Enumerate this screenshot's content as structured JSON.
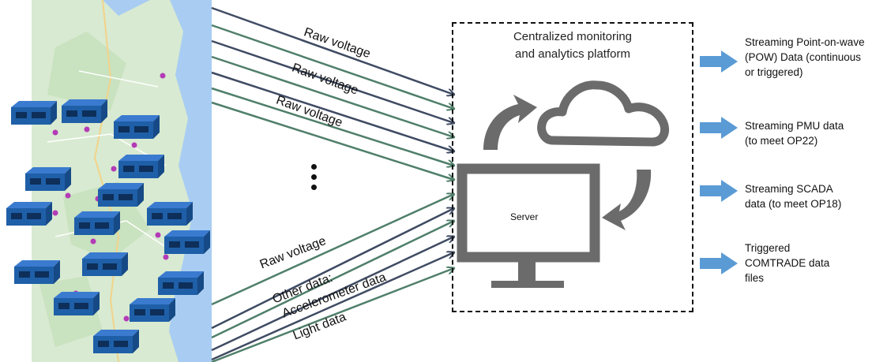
{
  "platform": {
    "title_line1": "Centralized monitoring",
    "title_line2": "and analytics platform",
    "server_label": "Server"
  },
  "inputs": {
    "raw_voltage_1": "Raw voltage",
    "raw_voltage_2": "Raw voltage",
    "raw_voltage_3": "Raw voltage",
    "raw_voltage_4": "Raw voltage",
    "other_data": "Other data:",
    "accelerometer_data": "Accelerometer data",
    "light_data": "Light data"
  },
  "outputs": [
    {
      "lines": [
        "Streaming Point-on-wave",
        "(POW) Data (continuous",
        "or triggered)"
      ]
    },
    {
      "lines": [
        "Streaming PMU data",
        "(to meet OP22)"
      ]
    },
    {
      "lines": [
        "Streaming SCADA",
        "data (to meet OP18)"
      ]
    },
    {
      "lines": [
        "Triggered",
        "COMTRADE data",
        "files"
      ]
    }
  ],
  "colors": {
    "arrow_dark": "#3f4b63",
    "arrow_green": "#4f7f6a",
    "output_arrow": "#5b9bd5",
    "icon_gray": "#6b6b6b",
    "sensor_blue": "#1f5fa8",
    "map_water": "#a9cdf2",
    "map_land": "#d8ead1"
  }
}
